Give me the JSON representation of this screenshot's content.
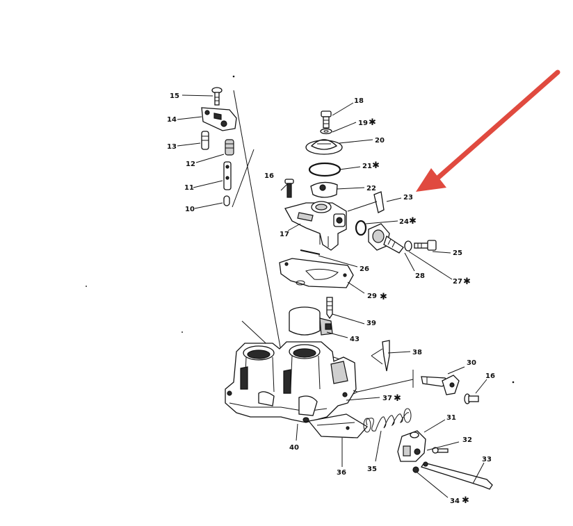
{
  "diagram": {
    "labels": {
      "l15": "15",
      "l14": "14",
      "l13": "13",
      "l12": "12",
      "l11": "11",
      "l10": "10",
      "l18": "18",
      "l19": "19",
      "l20": "20",
      "l21": "21",
      "l16a": "16",
      "l22": "22",
      "l23": "23",
      "l17": "17",
      "l24": "24",
      "l25": "25",
      "l26": "26",
      "l27": "27",
      "l28": "28",
      "l29": "29",
      "l39": "39",
      "l43": "43",
      "l38": "38",
      "l30": "30",
      "l16b": "16",
      "l37": "37",
      "l31": "31",
      "l32": "32",
      "l33": "33",
      "l40": "40",
      "l36": "36",
      "l35": "35",
      "l34": "34"
    },
    "marked_parts": [
      "19",
      "21",
      "24",
      "27",
      "29",
      "37",
      "34"
    ],
    "mark_glyph": "✱",
    "arrow_color": "#e04a3f",
    "arrow_target": "23"
  }
}
